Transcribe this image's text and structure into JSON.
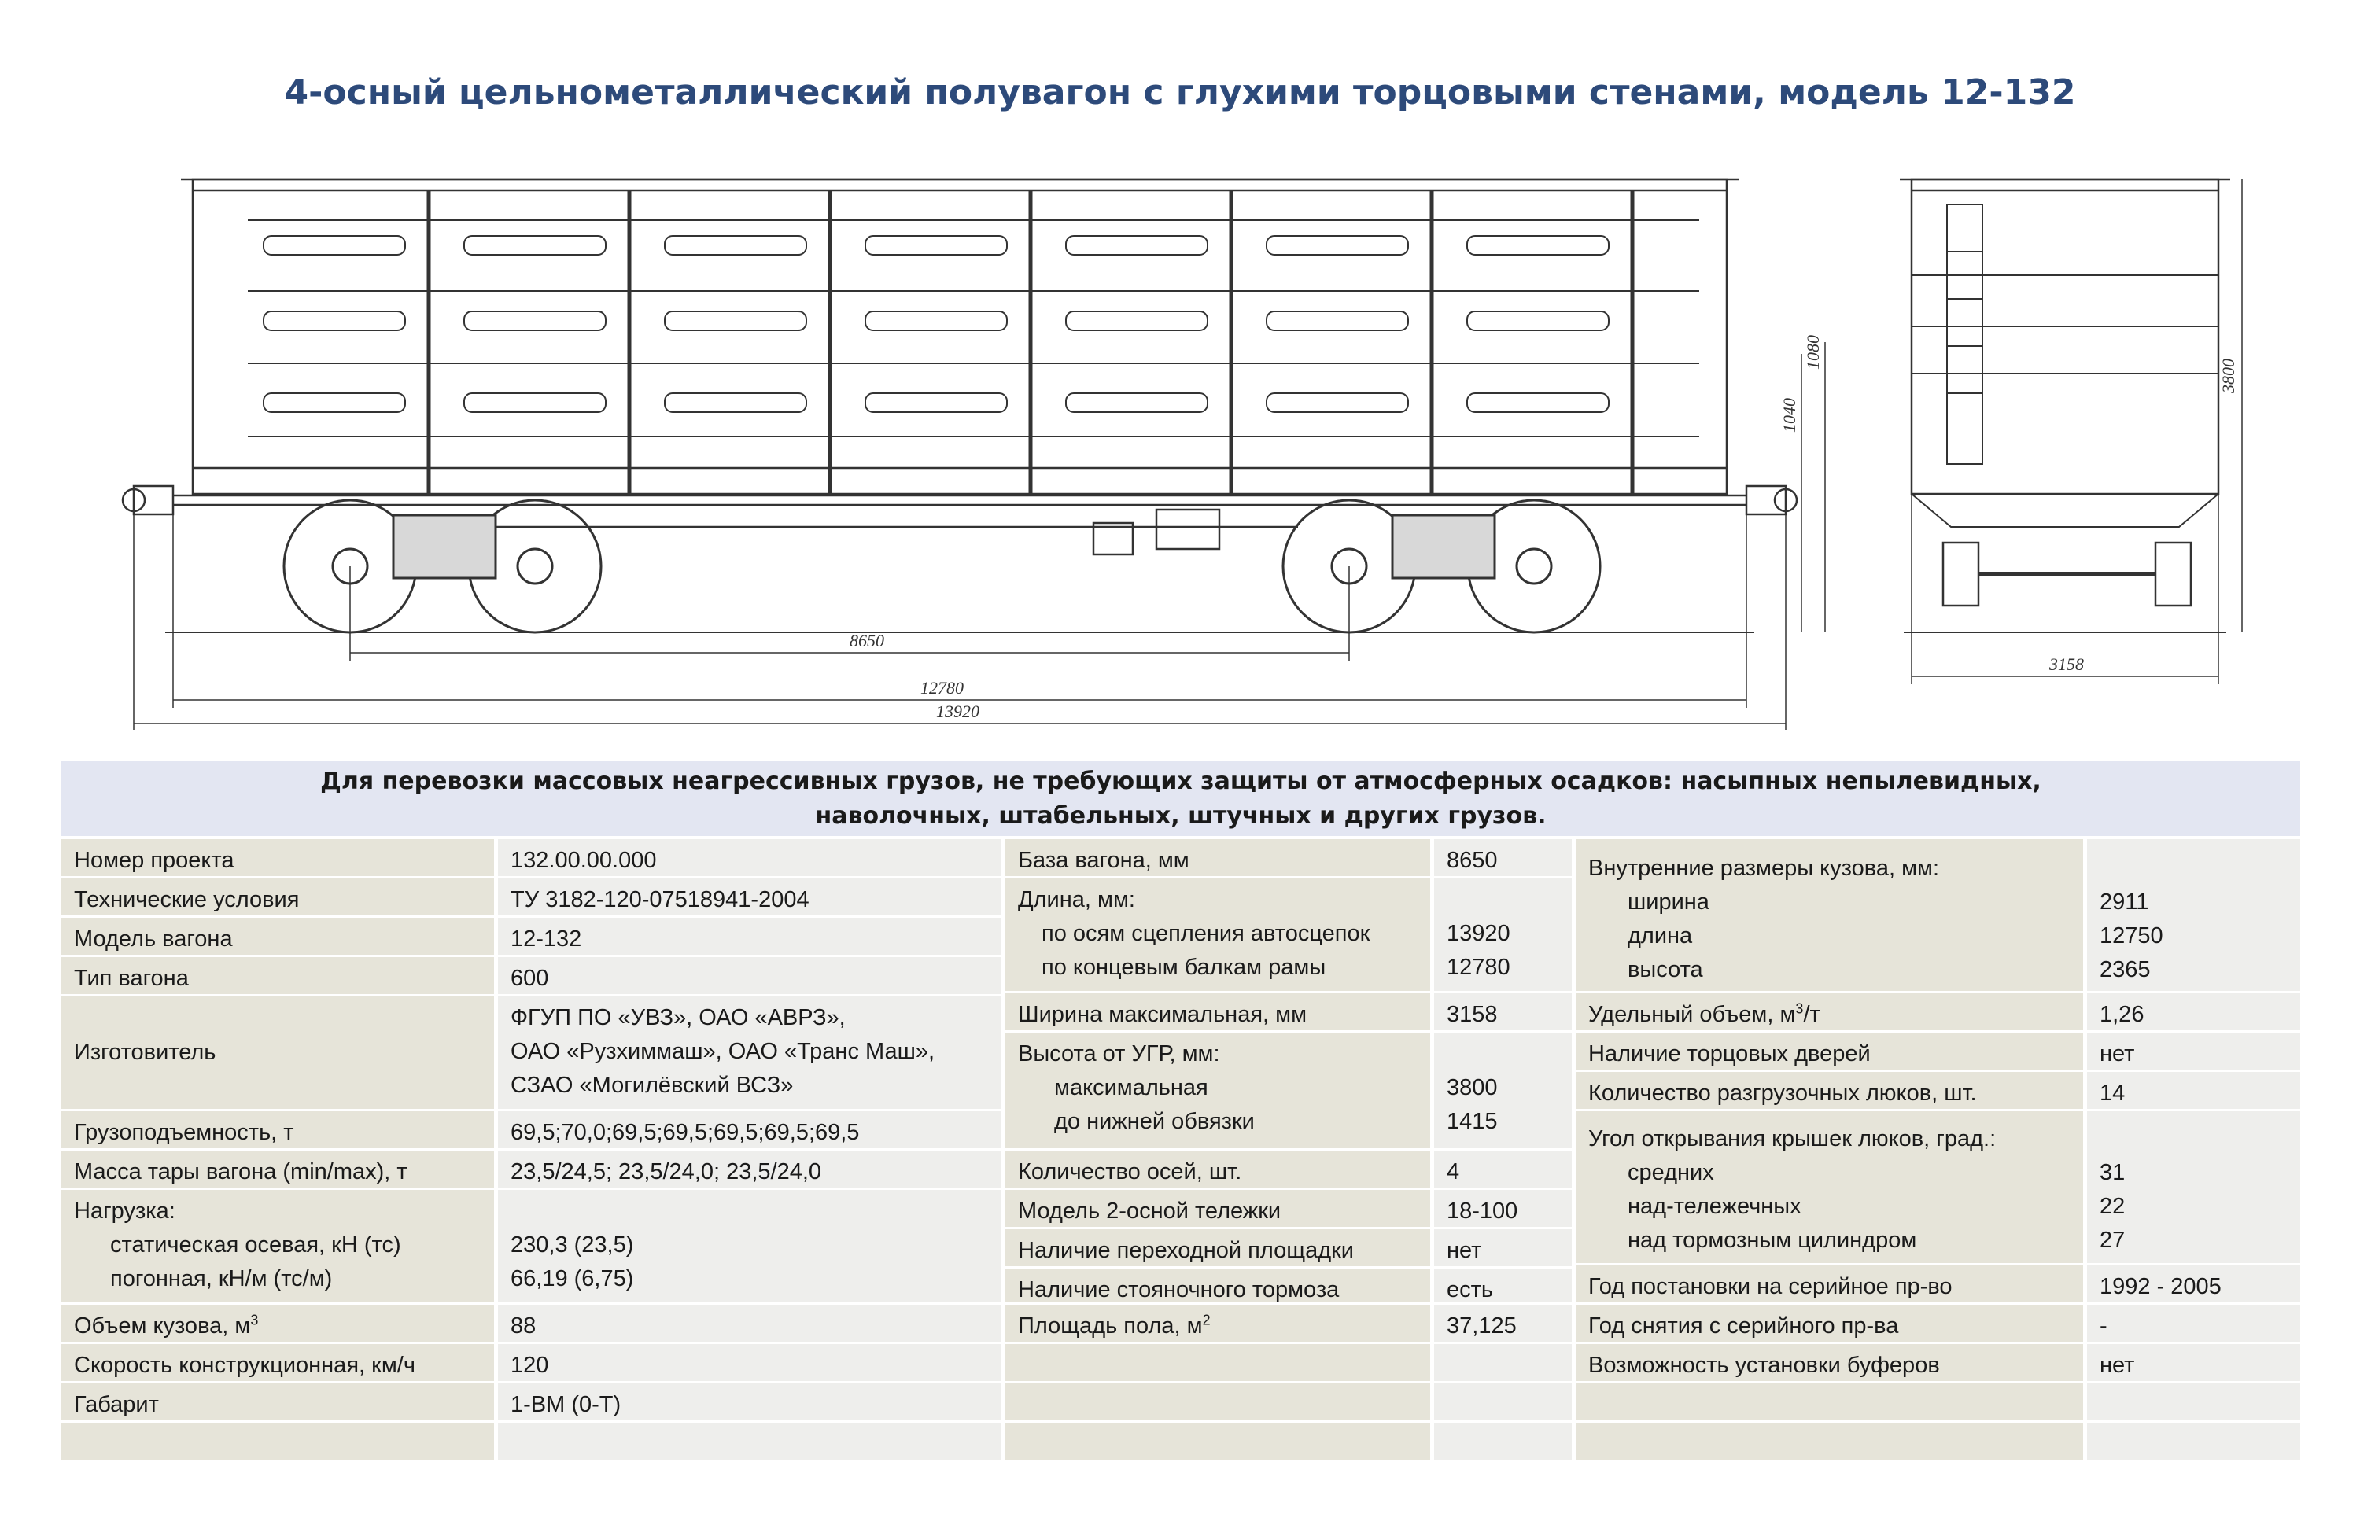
{
  "title": "4-осный цельнометаллический полувагон с глухими торцовыми стенами, модель 12-132",
  "drawing": {
    "dims": [
      "8650",
      "12780",
      "13920",
      "3158",
      "3800",
      "1040",
      "1080"
    ]
  },
  "banner": {
    "line1": "Для перевозки массовых неагрессивных грузов, не требующих защиты от атмосферных осадков: насыпных непылевидных,",
    "line2": "наволочных, штабельных, штучных и других грузов."
  },
  "col1": {
    "project_label": "Номер проекта",
    "project_value": "132.00.00.000",
    "tu_label": "Технические условия",
    "tu_value": "ТУ 3182-120-07518941-2004",
    "model_label": "Модель вагона",
    "model_value": "12-132",
    "type_label": "Тип вагона",
    "type_value": "600",
    "maker_label": "Изготовитель",
    "maker_line1": "ФГУП ПО «УВЗ», ОАО «АВРЗ»,",
    "maker_line2": "ОАО «Рузхиммаш», ОАО «Транс Маш»,",
    "maker_line3": "СЗАО «Могилёвский ВСЗ»",
    "capacity_label": "Грузоподъемность, т",
    "capacity_value": "69,5;70,0;69,5;69,5;69,5;69,5;69,5",
    "tare_label": "Масса тары вагона (min/max), т",
    "tare_value": "23,5/24,5; 23,5/24,0; 23,5/24,0",
    "load_label": "Нагрузка:",
    "axle_label": "статическая осевая, кН (тс)",
    "axle_value": "230,3 (23,5)",
    "linear_label": "погонная, кН/м (тс/м)",
    "linear_value": "66,19 (6,75)",
    "volume_label": "Объем кузова, м",
    "volume_unit_sup": "3",
    "volume_value": "88",
    "speed_label": "Скорость конструкционная, км/ч",
    "speed_value": "120",
    "gauge_label": "Габарит",
    "gauge_value": "1-ВМ (0-Т)"
  },
  "col2": {
    "base_label": "База вагона, мм",
    "base_value": "8650",
    "length_label": "Длина, мм:",
    "length_coupler_label": "по осям сцепления автосцепок",
    "length_coupler_value": "13920",
    "length_beam_label": "по концевым балкам рамы",
    "length_beam_value": "12780",
    "width_label": "Ширина максимальная, мм",
    "width_value": "3158",
    "height_label": "Высота от УГР, мм:",
    "height_max_label": "максимальная",
    "height_max_value": "3800",
    "height_low_label": "до нижней обвязки",
    "height_low_value": "1415",
    "axles_label": "Количество осей, шт.",
    "axles_value": "4",
    "bogie_label": "Модель 2-осной тележки",
    "bogie_value": "18-100",
    "platform_label": "Наличие переходной площадки",
    "platform_value": "нет",
    "brake_label": "Наличие стояночного тормоза",
    "brake_value": "есть",
    "floor_label": "Площадь пола, м",
    "floor_unit_sup": "2",
    "floor_value": "37,125"
  },
  "col3": {
    "inner_label": "Внутренние размеры кузова, мм:",
    "inner_width_label": "ширина",
    "inner_width_value": "2911",
    "inner_length_label": "длина",
    "inner_length_value": "12750",
    "inner_height_label": "высота",
    "inner_height_value": "2365",
    "spec_volume_label_a": "Удельный объем, м",
    "spec_volume_sup": "3",
    "spec_volume_label_b": "/т",
    "spec_volume_value": "1,26",
    "doors_label": "Наличие торцовых дверей",
    "doors_value": "нет",
    "hatches_label": "Количество разгрузочных люков, шт.",
    "hatches_value": "14",
    "angle_label": "Угол открывания крышек люков, град.:",
    "angle_mid_label": "средних",
    "angle_mid_value": "31",
    "angle_bogie_label": "над-тележечных",
    "angle_bogie_value": "22",
    "angle_brake_label": "над тормозным цилиндром",
    "angle_brake_value": "27",
    "start_label": "Год постановки на серийное пр-во",
    "start_value": "1992 - 2005",
    "end_label": "Год снятия с серийного пр-ва",
    "end_value": "-",
    "buffers_label": "Возможность установки буферов",
    "buffers_value": "нет"
  }
}
